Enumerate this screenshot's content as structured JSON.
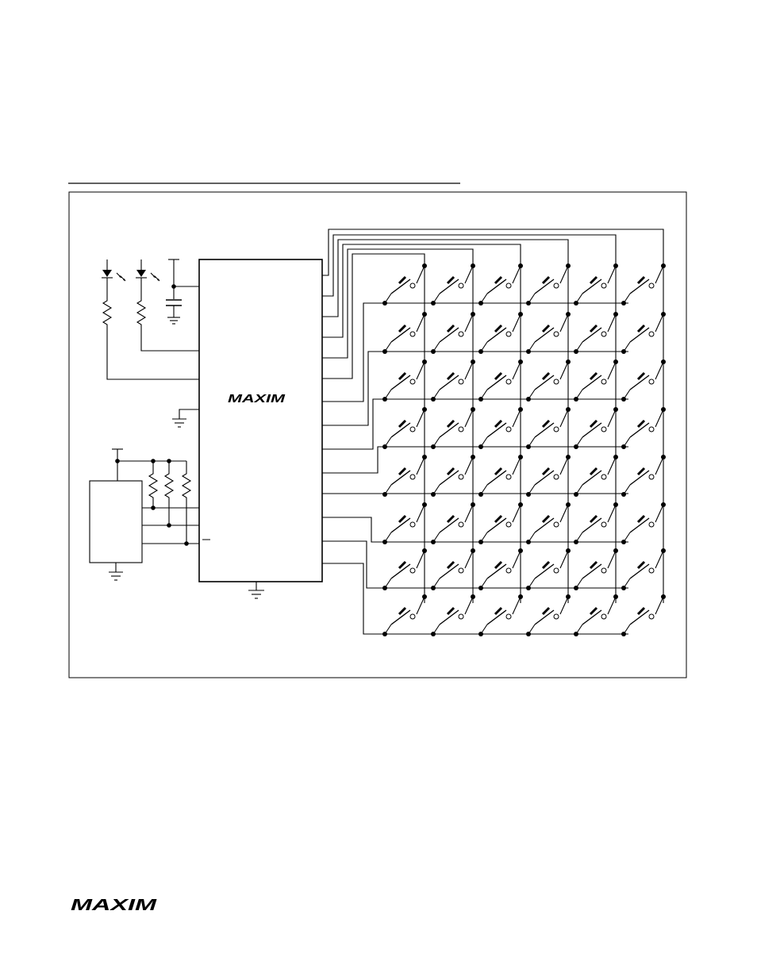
{
  "header_rule_present": true,
  "figure": {
    "frame": true,
    "ic": {
      "logo": "MAXIM"
    },
    "keypad": {
      "rows": 8,
      "columns": 6,
      "switch_count": 48
    },
    "indicator_leds": 2,
    "pullup_resistors": 3,
    "ground_symbols": 4
  },
  "footer": {
    "logo": "MAXIM"
  },
  "colors": {
    "ink": "#000000",
    "background": "#ffffff"
  }
}
